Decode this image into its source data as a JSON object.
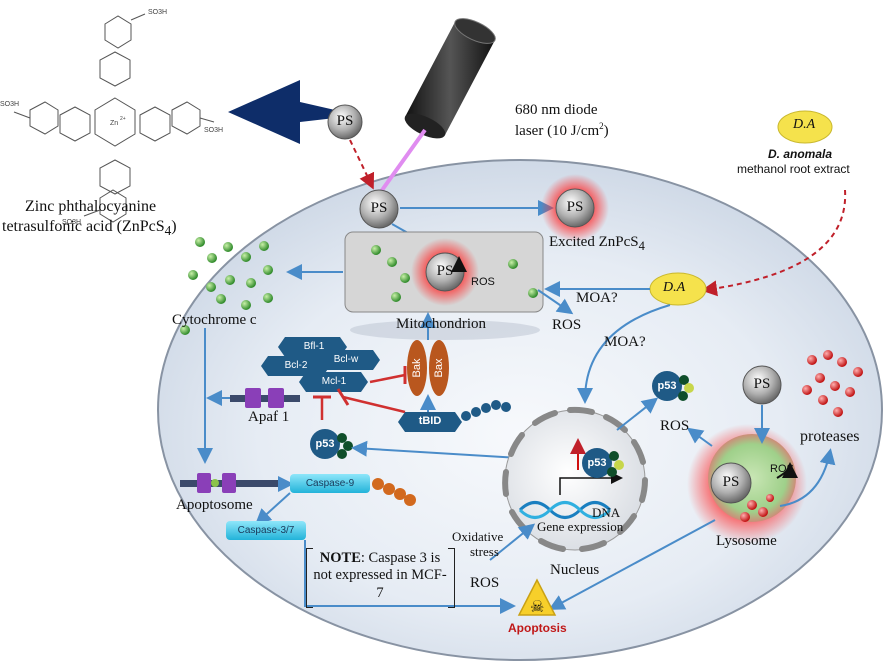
{
  "molecule": {
    "name_line1": "Zinc phthalocyanine",
    "name_line2": "tetrasulfonic acid (ZnPcS",
    "name_sub": "4",
    "name_end": ")",
    "zn_label": "Zn",
    "zn_charge": "2+",
    "so3h": "SO3H"
  },
  "laser": {
    "line1": "680 nm diode",
    "line2": "laser (10 J/cm",
    "sup": "2",
    "end": ")"
  },
  "extract": {
    "badge": "D.A",
    "line1": "D. anomala",
    "line2": "methanol root extract"
  },
  "ps_label": "PS",
  "excited": {
    "label": "Excited ZnPcS",
    "sub": "4"
  },
  "mito": {
    "label": "Mitochondrion",
    "ros_inner": "ROS",
    "ros_below": "ROS"
  },
  "da_badge": "D.A",
  "moa1": "MOA?",
  "moa2": "MOA?",
  "cytochrome": "Cytochrome c",
  "bcl_family": [
    "Bfl-1",
    "Bcl-w",
    "Bcl-2",
    "Mcl-1"
  ],
  "bak": "Bak",
  "bax": "Bax",
  "tbid": "tBID",
  "apaf": "Apaf 1",
  "p53": "p53",
  "apoptosome": "Apoptosome",
  "caspase9": "Caspase-9",
  "caspase37": "Caspase-3/7",
  "note": {
    "bold": "NOTE",
    "rest": ": Caspase 3 is not expressed in MCF-7"
  },
  "nucleus": {
    "label": "Nucleus",
    "dna": "DNA",
    "gene": "Gene expression"
  },
  "oxidative": {
    "line1": "Oxidative",
    "line2": "stress"
  },
  "ros_bottom": "ROS",
  "ros_lysosome": "ROS",
  "ros_in_lyso": "ROS",
  "proteases": "proteases",
  "lysosome": "Lysosome",
  "apoptosis": "Apoptosis",
  "colors": {
    "cell_fill": "#dfe6f1",
    "arrow_blue": "#4a8cc9",
    "red_dash": "#c0202a",
    "protein_blue": "#1f5a86",
    "caspase_cyan": "#35c4e6"
  }
}
